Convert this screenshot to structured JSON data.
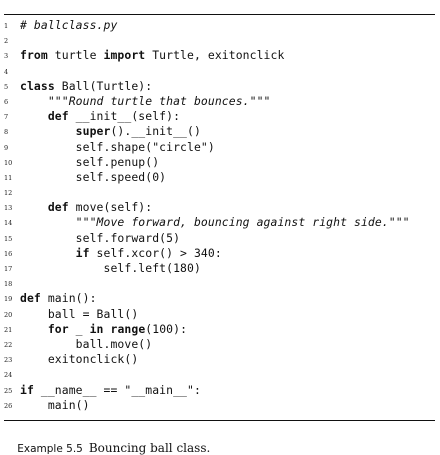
{
  "lines": [
    {
      "n": "1",
      "segments": [
        {
          "t": "# ballclass.py",
          "k": "cm"
        }
      ]
    },
    {
      "n": "2",
      "segments": []
    },
    {
      "n": "3",
      "segments": [
        {
          "t": "from",
          "k": "kw"
        },
        {
          "t": " turtle ",
          "k": ""
        },
        {
          "t": "import",
          "k": "kw"
        },
        {
          "t": " Turtle, exitonclick",
          "k": ""
        }
      ]
    },
    {
      "n": "4",
      "segments": []
    },
    {
      "n": "5",
      "segments": [
        {
          "t": "class",
          "k": "kw"
        },
        {
          "t": " Ball(Turtle):",
          "k": ""
        }
      ]
    },
    {
      "n": "6",
      "segments": [
        {
          "t": "    ",
          "k": ""
        },
        {
          "t": "\"\"\"Round turtle that bounces.\"\"\"",
          "k": "st"
        }
      ]
    },
    {
      "n": "7",
      "segments": [
        {
          "t": "    ",
          "k": ""
        },
        {
          "t": "def",
          "k": "kw"
        },
        {
          "t": " __init__(self):",
          "k": ""
        }
      ]
    },
    {
      "n": "8",
      "segments": [
        {
          "t": "        ",
          "k": ""
        },
        {
          "t": "super",
          "k": "kw"
        },
        {
          "t": "().__init__()",
          "k": ""
        }
      ]
    },
    {
      "n": "9",
      "segments": [
        {
          "t": "        self.shape(\"circle\")",
          "k": ""
        }
      ]
    },
    {
      "n": "10",
      "segments": [
        {
          "t": "        self.penup()",
          "k": ""
        }
      ]
    },
    {
      "n": "11",
      "segments": [
        {
          "t": "        self.speed(0)",
          "k": ""
        }
      ]
    },
    {
      "n": "12",
      "segments": []
    },
    {
      "n": "13",
      "segments": [
        {
          "t": "    ",
          "k": ""
        },
        {
          "t": "def",
          "k": "kw"
        },
        {
          "t": " move(self):",
          "k": ""
        }
      ]
    },
    {
      "n": "14",
      "segments": [
        {
          "t": "        ",
          "k": ""
        },
        {
          "t": "\"\"\"Move forward, bouncing against right side.\"\"\"",
          "k": "st"
        }
      ]
    },
    {
      "n": "15",
      "segments": [
        {
          "t": "        self.forward(5)",
          "k": ""
        }
      ]
    },
    {
      "n": "16",
      "segments": [
        {
          "t": "        ",
          "k": ""
        },
        {
          "t": "if",
          "k": "kw"
        },
        {
          "t": " self.xcor() > 340:",
          "k": ""
        }
      ]
    },
    {
      "n": "17",
      "segments": [
        {
          "t": "            self.left(180)",
          "k": ""
        }
      ]
    },
    {
      "n": "18",
      "segments": []
    },
    {
      "n": "19",
      "segments": [
        {
          "t": "def",
          "k": "kw"
        },
        {
          "t": " main():",
          "k": ""
        }
      ]
    },
    {
      "n": "20",
      "segments": [
        {
          "t": "    ball = Ball()",
          "k": ""
        }
      ]
    },
    {
      "n": "21",
      "segments": [
        {
          "t": "    ",
          "k": ""
        },
        {
          "t": "for",
          "k": "kw"
        },
        {
          "t": " _ ",
          "k": ""
        },
        {
          "t": "in",
          "k": "kw"
        },
        {
          "t": " ",
          "k": ""
        },
        {
          "t": "range",
          "k": "kw"
        },
        {
          "t": "(100):",
          "k": ""
        }
      ]
    },
    {
      "n": "22",
      "segments": [
        {
          "t": "        ball.move()",
          "k": ""
        }
      ]
    },
    {
      "n": "23",
      "segments": [
        {
          "t": "    exitonclick()",
          "k": ""
        }
      ]
    },
    {
      "n": "24",
      "segments": []
    },
    {
      "n": "25",
      "segments": [
        {
          "t": "if",
          "k": "kw"
        },
        {
          "t": " __name__ == \"__main__\":",
          "k": ""
        }
      ]
    },
    {
      "n": "26",
      "segments": [
        {
          "t": "    main()",
          "k": ""
        }
      ]
    }
  ],
  "caption": {
    "label": "Example 5.5",
    "text": "Bouncing ball class."
  }
}
